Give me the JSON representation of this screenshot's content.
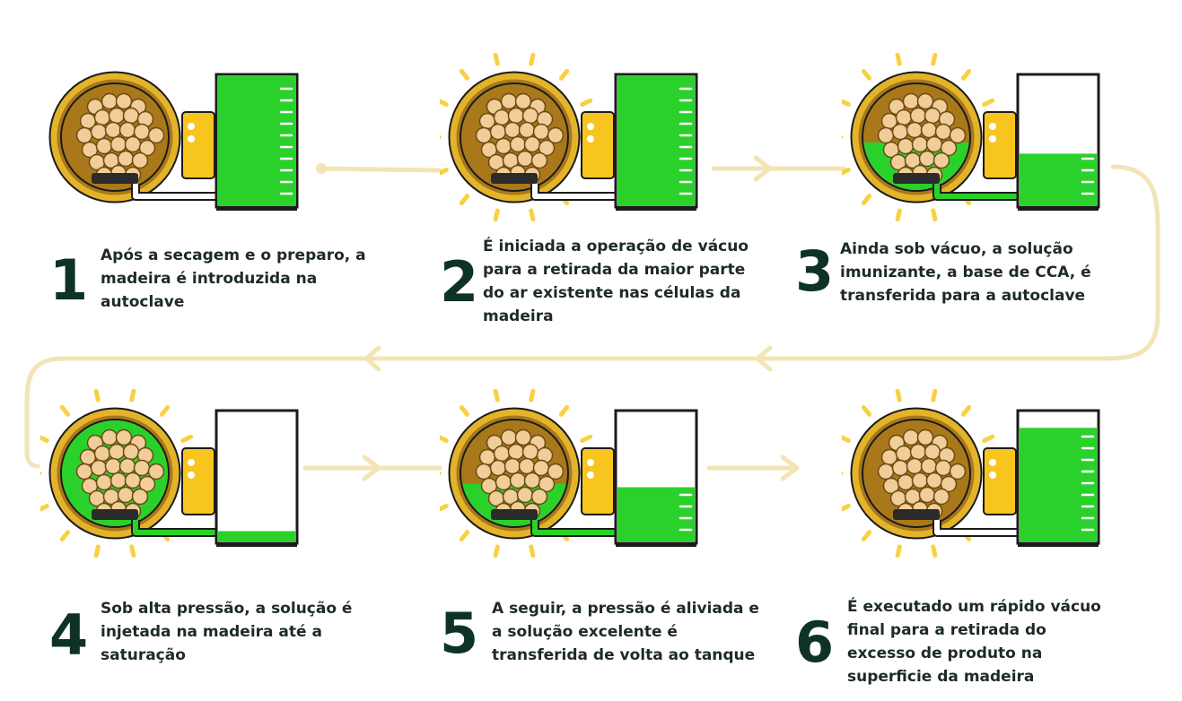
{
  "colors": {
    "green": "#2bd12b",
    "gold": "#e3b32a",
    "brown": "#a9781b",
    "wood": "#f1cd9a",
    "amber": "#f7c51e",
    "dark": "#0e3326",
    "path": "#f2e4b4",
    "ray": "#f8d142"
  },
  "steps": [
    {
      "number": "1",
      "text": "Após a secagem e o preparo, a madeira é introduzida na autoclave",
      "autoclave_fill": 0,
      "tank_fill": 1.0,
      "pipe_fill": 0.5,
      "rays": false,
      "icons": [
        "autoclave-icon",
        "wood-logs-icon",
        "pump-icon",
        "solution-tank-icon"
      ]
    },
    {
      "number": "2",
      "text": "É iniciada a operação de vácuo para a retirada da maior parte do ar existente nas células da madeira",
      "autoclave_fill": 0,
      "tank_fill": 1.0,
      "pipe_fill": 0.5,
      "rays": true,
      "icons": [
        "autoclave-icon",
        "wood-logs-icon",
        "pump-icon",
        "solution-tank-icon",
        "vacuum-rays-icon"
      ]
    },
    {
      "number": "3",
      "text": "Ainda sob vácuo, a solução imunizante, a base de CCA, é transferida para a autoclave",
      "autoclave_fill": 0.45,
      "tank_fill": 0.4,
      "pipe_fill": 1,
      "rays": true,
      "icons": [
        "autoclave-icon",
        "wood-logs-icon",
        "pump-icon",
        "solution-tank-icon",
        "vacuum-rays-icon"
      ]
    },
    {
      "number": "4",
      "text": "Sob alta pressão, a solução é injetada na madeira até a saturação",
      "autoclave_fill": 1.0,
      "tank_fill": 0.08,
      "pipe_fill": 1,
      "rays": true,
      "icons": [
        "autoclave-icon",
        "wood-logs-icon",
        "pump-icon",
        "solution-tank-icon",
        "pressure-rays-icon"
      ]
    },
    {
      "number": "5",
      "text": "A seguir, a pressão é aliviada e a solução excelente é transferida de volta ao tanque",
      "autoclave_fill": 0.4,
      "tank_fill": 0.42,
      "pipe_fill": 1,
      "rays": true,
      "icons": [
        "autoclave-icon",
        "wood-logs-icon",
        "pump-icon",
        "solution-tank-icon",
        "pressure-rays-icon"
      ]
    },
    {
      "number": "6",
      "text": "É executado um rápido vácuo final para a retirada do excesso de produto na superficie da madeira",
      "autoclave_fill": 0,
      "tank_fill": 0.88,
      "pipe_fill": 0.5,
      "rays": true,
      "icons": [
        "autoclave-icon",
        "wood-logs-icon",
        "pump-icon",
        "solution-tank-icon",
        "vacuum-rays-icon"
      ]
    }
  ]
}
